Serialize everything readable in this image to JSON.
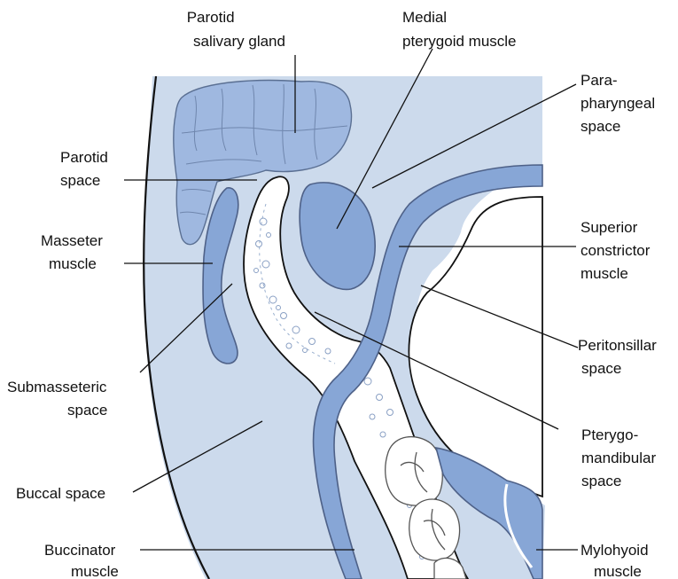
{
  "labels": {
    "parotid_gland": [
      "Parotid",
      "salivary gland"
    ],
    "medial_pterygoid": [
      "Medial",
      "pterygoid muscle"
    ],
    "parapharyngeal": [
      "Para-",
      "pharyngeal",
      "space"
    ],
    "parotid_space": [
      "Parotid",
      "space"
    ],
    "superior_constrictor": [
      "Superior",
      "constrictor",
      "muscle"
    ],
    "masseter": [
      "Masseter",
      "muscle"
    ],
    "peritonsillar": [
      "Peritonsillar",
      "space"
    ],
    "submasseteric": [
      "Submasseteric",
      "space"
    ],
    "pterygomandibular": [
      "Pterygo-",
      "mandibular",
      "space"
    ],
    "buccal": [
      "Buccal space"
    ],
    "buccinator": [
      "Buccinator",
      "muscle"
    ],
    "mylohyoid": [
      "Mylohyoid",
      "muscle"
    ]
  },
  "colors": {
    "space_fill": "#ccdaec",
    "muscle_fill": "#87a6d6",
    "gland_fill": "#9fb8e0",
    "bone_fill": "#ffffff",
    "outline": "#111111"
  }
}
